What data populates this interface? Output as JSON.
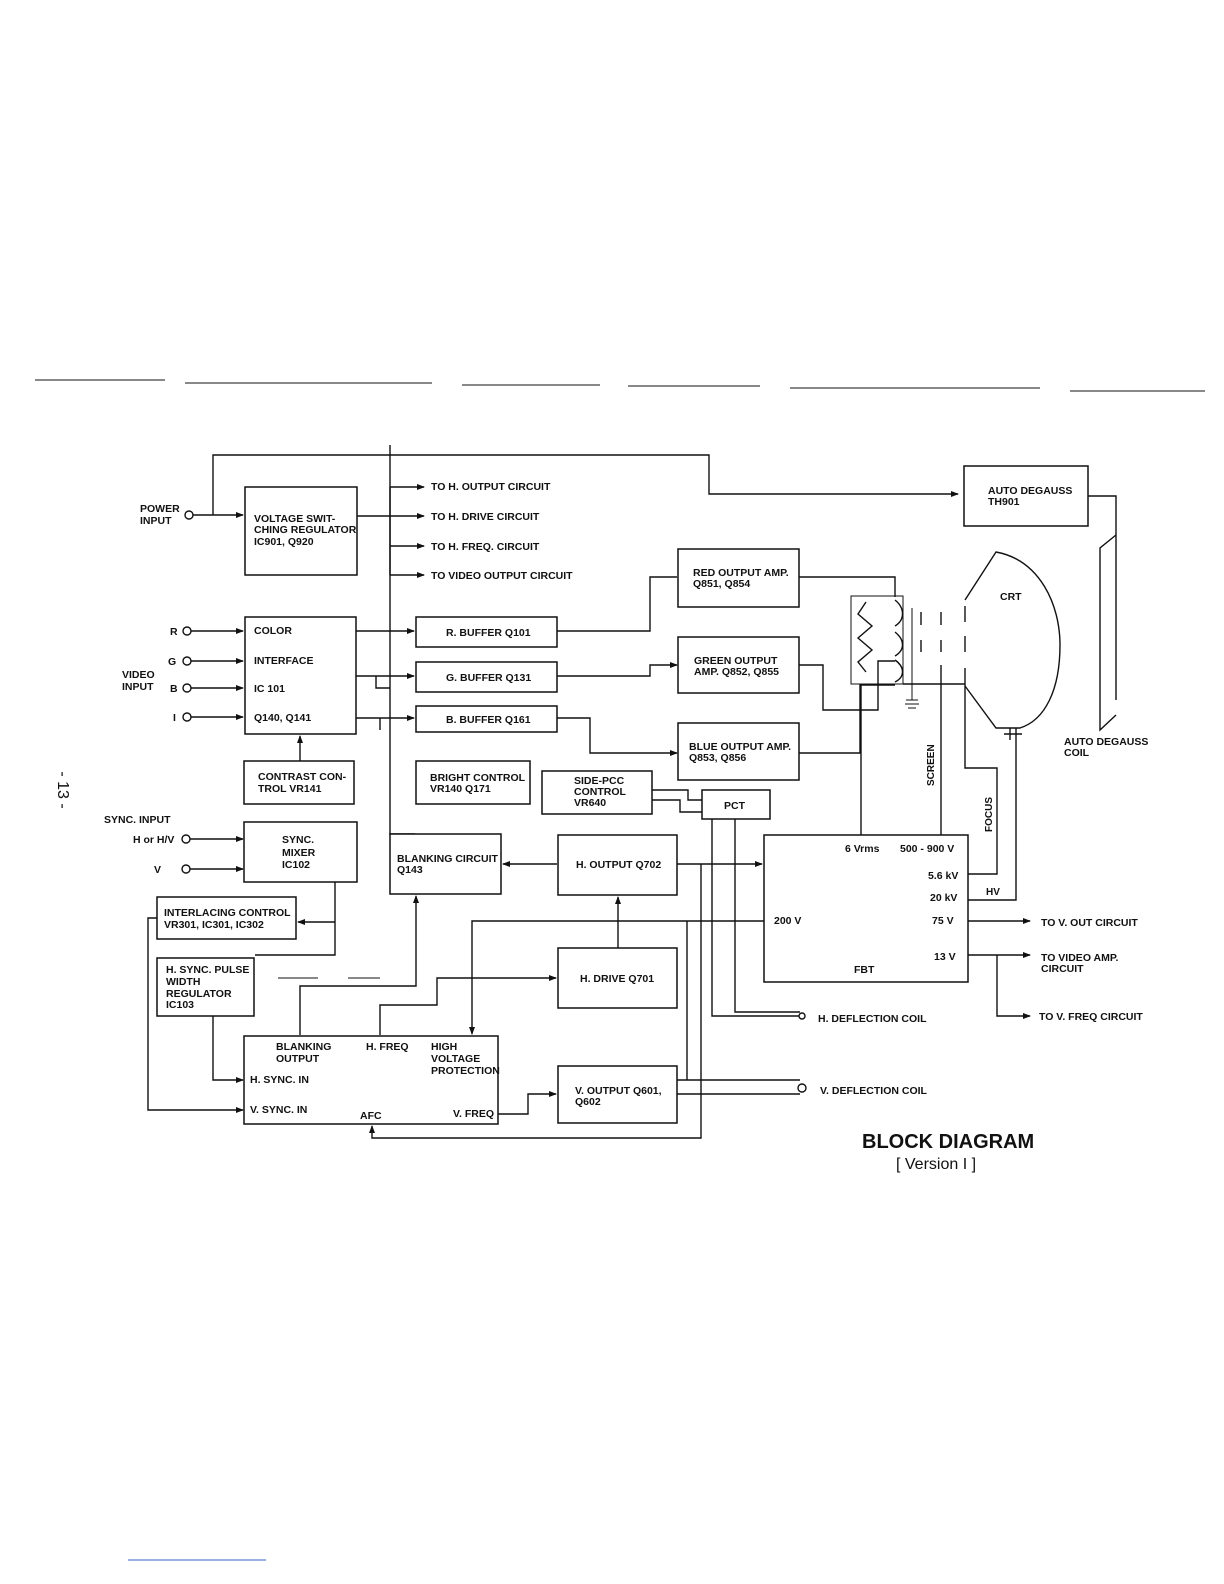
{
  "page_number": "- 13 -",
  "title": {
    "main": "BLOCK DIAGRAM",
    "version": "[ Version I ]"
  },
  "inputs": {
    "power": [
      "POWER",
      "INPUT"
    ],
    "video": [
      "VIDEO",
      "INPUT"
    ],
    "video_pins": [
      "R",
      "G",
      "B",
      "I"
    ],
    "sync": "SYNC. INPUT",
    "sync_pins": [
      "H or H/V",
      "V"
    ]
  },
  "blocks": {
    "voltage_reg": [
      "VOLTAGE SWIT-",
      "CHING REGULATOR",
      "IC901, Q920"
    ],
    "color_interface": [
      "COLOR",
      "INTERFACE",
      "IC 101",
      "Q140, Q141"
    ],
    "contrast": [
      "CONTRAST CON-",
      "TROL VR141"
    ],
    "sync_mixer": [
      "SYNC.",
      "MIXER",
      "IC102"
    ],
    "interlacing": [
      "INTERLACING CONTROL",
      "VR301, IC301, IC302"
    ],
    "hsync_pulse": [
      "H. SYNC. PULSE",
      "WIDTH",
      "REGULATOR",
      "IC103"
    ],
    "r_buffer": "R. BUFFER Q101",
    "g_buffer": "G. BUFFER Q131",
    "b_buffer": "B. BUFFER Q161",
    "bright": [
      "BRIGHT CONTROL",
      "VR140  Q171"
    ],
    "blanking": [
      "BLANKING CIRCUIT",
      "Q143"
    ],
    "side_pcc": [
      "SIDE-PCC",
      "CONTROL",
      "VR640"
    ],
    "pct": "PCT",
    "h_output": "H. OUTPUT Q702",
    "h_drive": "H. DRIVE Q701",
    "v_output": [
      "V. OUTPUT Q601,",
      "Q602"
    ],
    "red_amp": [
      "RED OUTPUT AMP.",
      "Q851, Q854"
    ],
    "green_amp": [
      "GREEN OUTPUT",
      "AMP. Q852, Q855"
    ],
    "blue_amp": [
      "BLUE OUTPUT AMP.",
      "Q853, Q856"
    ],
    "auto_degauss": [
      "AUTO DEGAUSS",
      "TH901"
    ],
    "crt": "CRT",
    "fbt": {
      "name": "FBT",
      "vrms": "6 Vrms",
      "v500": "500 - 900 V",
      "kv56": "5.6 kV",
      "kv20": "20 kV",
      "v200": "200 V",
      "v75": "75 V",
      "v13": "13 V"
    },
    "sync_ic": {
      "blanking_out": [
        "BLANKING",
        "OUTPUT"
      ],
      "h_freq": "H. FREQ",
      "hv_prot": [
        "HIGH",
        "VOLTAGE",
        "PROTECTION"
      ],
      "h_sync_in": "H. SYNC. IN",
      "v_sync_in": "V. SYNC. IN",
      "afc": "AFC",
      "v_freq": "V. FREQ"
    }
  },
  "outputs": {
    "to_h_output": "TO H. OUTPUT CIRCUIT",
    "to_h_drive": "TO H. DRIVE CIRCUIT",
    "to_h_freq": "TO H. FREQ. CIRCUIT",
    "to_video_out": "TO VIDEO OUTPUT CIRCUIT",
    "to_v_out": "TO V. OUT CIRCUIT",
    "to_video_amp": [
      "TO VIDEO AMP.",
      "CIRCUIT"
    ],
    "to_v_freq": "TO V. FREQ CIRCUIT",
    "h_defl": "H. DEFLECTION COIL",
    "v_defl": "V. DEFLECTION COIL",
    "auto_degauss_coil": [
      "AUTO DEGAUSS",
      "COIL"
    ],
    "screen": "SCREEN",
    "focus": "FOCUS",
    "hv": "HV"
  }
}
